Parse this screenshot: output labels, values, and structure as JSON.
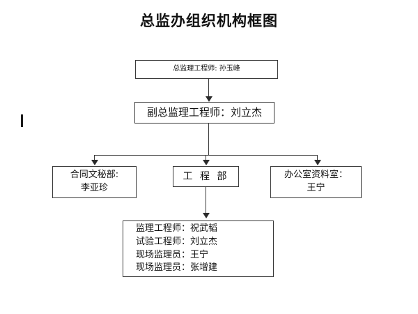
{
  "title": "总监办组织机构框图",
  "nodes": {
    "director": {
      "line1": "总监理工程师: 孙玉峰"
    },
    "deputy": {
      "line1": "副总监理工程师：刘立杰"
    },
    "contract": {
      "line1": "合同文秘部:",
      "line2": "李亚珍"
    },
    "engineering": {
      "line1": "工 程 部"
    },
    "office": {
      "line1": "办公室资料室：",
      "line2": "王宁"
    },
    "staff": {
      "line1": "监理工程师：祝武韬",
      "line2": "试验工程师：刘立杰",
      "line3": "现场监理员：王宁",
      "line4": "现场监理员：张增建"
    }
  },
  "colors": {
    "background": "#ffffff",
    "box_border": "#3a3a3a",
    "connector": "#3a3a3a",
    "text": "#111111"
  },
  "chart_data": {
    "type": "diagram",
    "title": "总监办组织机构框图",
    "diagram_kind": "organization-chart",
    "levels": [
      {
        "level": 1,
        "nodes": [
          "总监理工程师: 孙玉峰"
        ]
      },
      {
        "level": 2,
        "nodes": [
          "副总监理工程师：刘立杰"
        ]
      },
      {
        "level": 3,
        "nodes": [
          "合同文秘部: 李亚珍",
          "工 程 部",
          "办公室资料室： 王宁"
        ]
      },
      {
        "level": 4,
        "nodes": [
          "监理工程师：祝武韬 / 试验工程师：刘立杰 / 现场监理员：王宁 / 现场监理员：张增建"
        ]
      }
    ],
    "edges": [
      {
        "from": "总监理工程师: 孙玉峰",
        "to": "副总监理工程师：刘立杰",
        "arrow": true
      },
      {
        "from": "副总监理工程师：刘立杰",
        "to": "合同文秘部: 李亚珍",
        "arrow": true
      },
      {
        "from": "副总监理工程师：刘立杰",
        "to": "工 程 部",
        "arrow": true
      },
      {
        "from": "副总监理工程师：刘立杰",
        "to": "办公室资料室： 王宁",
        "arrow": true
      },
      {
        "from": "工 程 部",
        "to": "监理工程师：祝武韬 / 试验工程师：刘立杰 / 现场监理员：王宁 / 现场监理员：张增建",
        "arrow": true
      }
    ]
  }
}
